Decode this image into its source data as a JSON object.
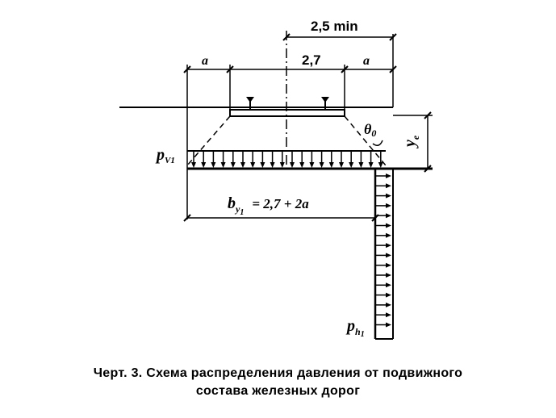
{
  "labels": {
    "dim_top": "2,5 min",
    "dim_a_left": "a",
    "dim_mid": "2,7",
    "dim_a_right": "a",
    "theta": "θ",
    "theta_sub": "0",
    "y_label": "y",
    "y_sub": "e",
    "p_v": "p",
    "p_v_sub": "V1",
    "b_y": "b",
    "b_y_sub": "y",
    "b_y_sub2": "1",
    "b_y_formula": "=  2,7 + 2a",
    "p_h": "p",
    "p_h_sub": "h",
    "p_h_sub2": "1"
  },
  "caption": {
    "line1": "Черт.  3.  Схема  распределения  давления  от  подвижного",
    "line2": "состава железных дорог"
  }
}
